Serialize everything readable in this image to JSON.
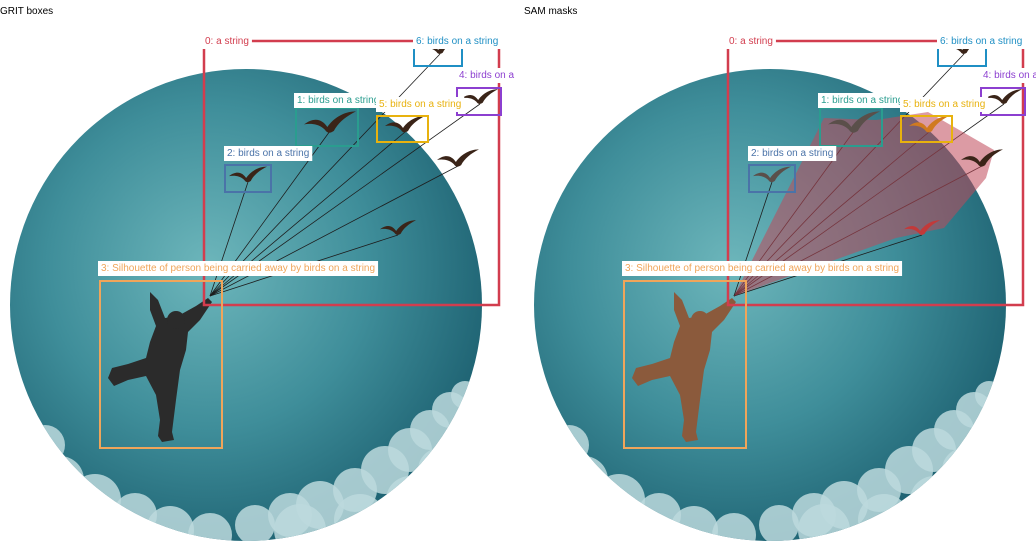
{
  "panels": [
    {
      "id": "grit",
      "title": "GRIT boxes",
      "mode": "boxes",
      "annotations": [
        {
          "index": 0,
          "label": "0: a string",
          "color": "#d23d4e"
        },
        {
          "index": 1,
          "label": "1: birds on a string",
          "color": "#2a9d8f"
        },
        {
          "index": 2,
          "label": "2: birds on a string",
          "color": "#4a73a8"
        },
        {
          "index": 3,
          "label": "3: Silhouette of person being carried away by birds on a string",
          "color": "#f0a55a"
        },
        {
          "index": 4,
          "label": "4: birds on a",
          "color": "#8c3fd0"
        },
        {
          "index": 5,
          "label": "5: birds on a string",
          "color": "#e8b20e"
        },
        {
          "index": 6,
          "label": "6: birds on a string",
          "color": "#1f8fc4"
        }
      ]
    },
    {
      "id": "sam",
      "title": "SAM masks",
      "mode": "masks",
      "annotations": [
        {
          "index": 0,
          "label": "0: a string",
          "color": "#d23d4e"
        },
        {
          "index": 1,
          "label": "1: birds on a string",
          "color": "#2a9d8f"
        },
        {
          "index": 2,
          "label": "2: birds on a string",
          "color": "#4a73a8"
        },
        {
          "index": 3,
          "label": "3: Silhouette of person being carried away by birds on a string",
          "color": "#f0a55a"
        },
        {
          "index": 4,
          "label": "4: birds on a",
          "color": "#8c3fd0"
        },
        {
          "index": 5,
          "label": "5: birds on a string",
          "color": "#e8b20e"
        },
        {
          "index": 6,
          "label": "6: birds on a string",
          "color": "#1f8fc4"
        }
      ]
    }
  ],
  "colors": {
    "sky_center": "#5aa7ad",
    "sky_edge": "#1f6577",
    "cloud": "#bcd9dd",
    "silhouette": "#2b2b2b",
    "bird": "#3a2418",
    "person_mask": "#8b5a3c",
    "string_mask": "#c0485a",
    "bird_mask_orange": "#d07a20",
    "bird_mask_red": "#c23a3a"
  }
}
